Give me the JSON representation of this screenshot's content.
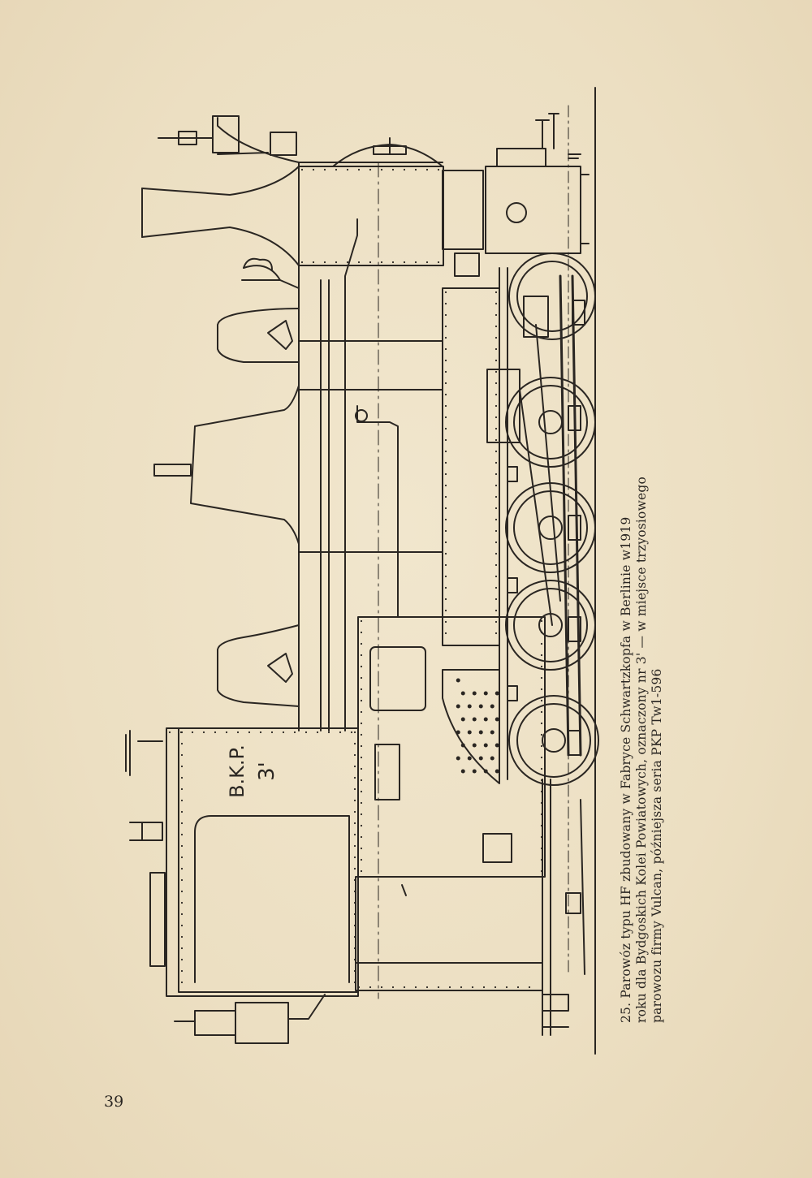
{
  "page": {
    "number": "39"
  },
  "caption": {
    "line1": "25. Parowóz typu HF zbudowany w Fabryce Schwartzkopfa w Berlinie w1919",
    "line2": "roku dla Bydgoskich Kolei Powiatowych, oznaczony nr 3' — w miejsce trzyosiowego",
    "line3": "parowozu firmy Vulcan, późniejsza seria PKP Tw1-596"
  },
  "drawing": {
    "plate_line1": "B.K.P.",
    "plate_line2": "3'"
  },
  "colors": {
    "paper": "#efe3c8",
    "ink": "#2a2622"
  }
}
